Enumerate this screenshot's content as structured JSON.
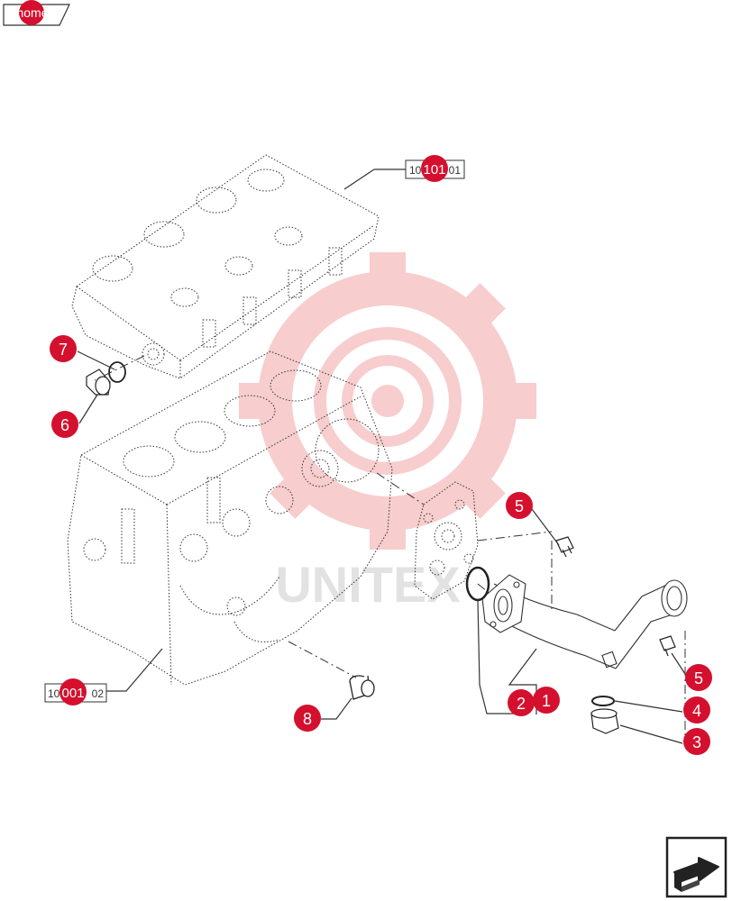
{
  "nav": {
    "home_label": "home",
    "next_icon": "forward-arrow-icon"
  },
  "colors": {
    "marker": "#d4102e",
    "line": "#222222",
    "watermark": "#f2b3b3",
    "watermark_text": "#cccccc"
  },
  "watermark": {
    "logo_icon": "gear-logo-icon",
    "text": "UNITEX"
  },
  "references": [
    {
      "label": "101",
      "prefix": "10",
      "suffix": "01"
    },
    {
      "label": "001",
      "prefix": "10",
      "suffix": "02"
    }
  ],
  "callouts": [
    "1",
    "2",
    "3",
    "4",
    "5",
    "5",
    "6",
    "7",
    "8"
  ]
}
